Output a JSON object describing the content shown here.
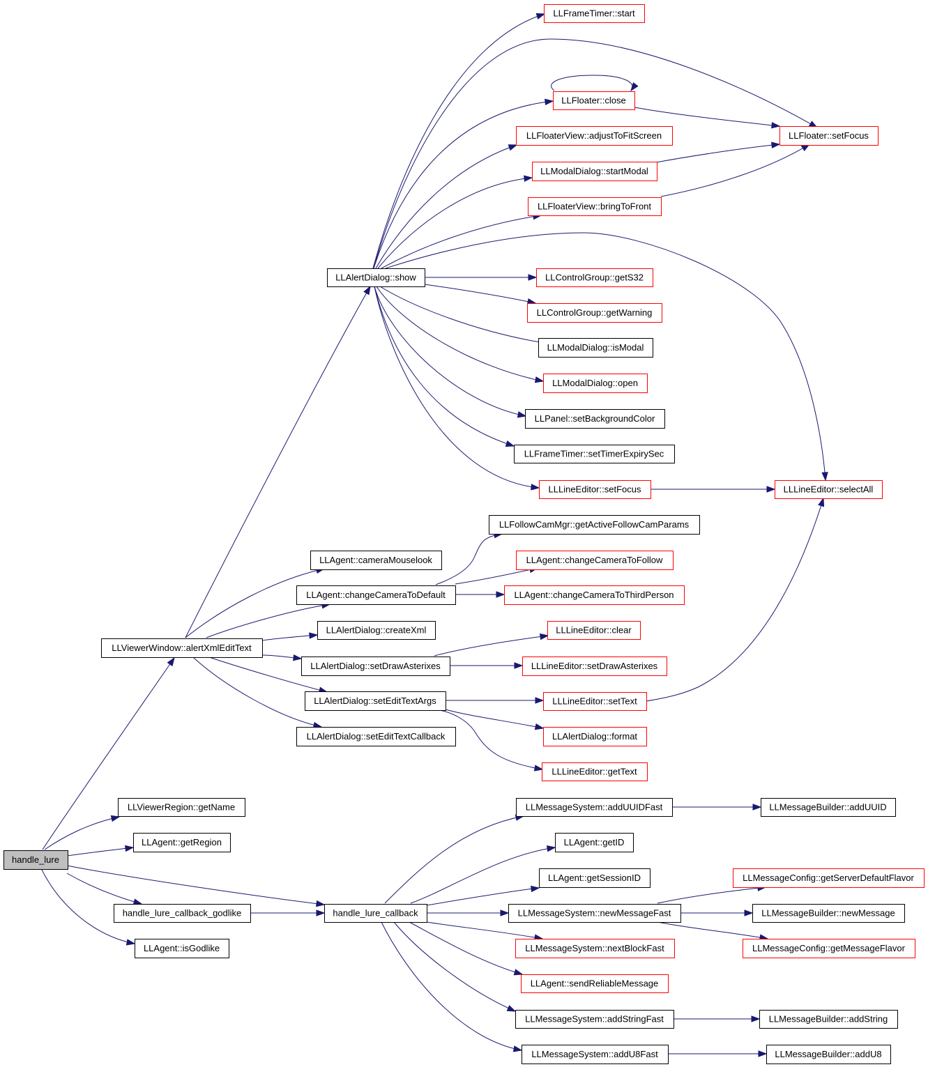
{
  "colors": {
    "edge": "#191970",
    "border_default": "#000000",
    "border_undocumented": "#ff0000",
    "root_fill": "#bfbfbf",
    "node_fill": "#ffffff"
  },
  "nodes": {
    "handle_lure": {
      "label": "handle_lure",
      "style": "root"
    },
    "llviewerwindow_alertxmledittext": {
      "label": "LLViewerWindow::alertXmlEditText",
      "style": "black"
    },
    "llalertdialog_show": {
      "label": "LLAlertDialog::show",
      "style": "black"
    },
    "llframetimer_start": {
      "label": "LLFrameTimer::start",
      "style": "red"
    },
    "llfloater_close": {
      "label": "LLFloater::close",
      "style": "red"
    },
    "llfloaterview_adjusttofitscreen": {
      "label": "LLFloaterView::adjustToFitScreen",
      "style": "red"
    },
    "llmodaldialog_startmodal": {
      "label": "LLModalDialog::startModal",
      "style": "red"
    },
    "llfloaterview_bringtofront": {
      "label": "LLFloaterView::bringToFront",
      "style": "red"
    },
    "llfloater_setfocus": {
      "label": "LLFloater::setFocus",
      "style": "red"
    },
    "llcontrolgroup_gets32": {
      "label": "LLControlGroup::getS32",
      "style": "red"
    },
    "llcontrolgroup_getwarning": {
      "label": "LLControlGroup::getWarning",
      "style": "red"
    },
    "llmodaldialog_ismodal": {
      "label": "LLModalDialog::isModal",
      "style": "black"
    },
    "llmodaldialog_open": {
      "label": "LLModalDialog::open",
      "style": "red"
    },
    "llpanel_setbackgroundcolor": {
      "label": "LLPanel::setBackgroundColor",
      "style": "black"
    },
    "llframetimer_settimerexpirysec": {
      "label": "LLFrameTimer::setTimerExpirySec",
      "style": "black"
    },
    "lllineeditor_setfocus": {
      "label": "LLLineEditor::setFocus",
      "style": "red"
    },
    "lllineeditor_selectall": {
      "label": "LLLineEditor::selectAll",
      "style": "red"
    },
    "llfollowcammgr_getactivefollowcamparams": {
      "label": "LLFollowCamMgr::getActiveFollowCamParams",
      "style": "black"
    },
    "llagent_cameramouselook": {
      "label": "LLAgent::cameraMouselook",
      "style": "black"
    },
    "llagent_changecameratofollow": {
      "label": "LLAgent::changeCameraToFollow",
      "style": "red"
    },
    "llagent_changecameratodefault": {
      "label": "LLAgent::changeCameraToDefault",
      "style": "black"
    },
    "llagent_changecameratothirdperson": {
      "label": "LLAgent::changeCameraToThirdPerson",
      "style": "red"
    },
    "llalertdialog_createxml": {
      "label": "LLAlertDialog::createXml",
      "style": "black"
    },
    "lllineeditor_clear": {
      "label": "LLLineEditor::clear",
      "style": "red"
    },
    "llalertdialog_setdrawasterixes": {
      "label": "LLAlertDialog::setDrawAsterixes",
      "style": "black"
    },
    "lllineeditor_setdrawasterixes": {
      "label": "LLLineEditor::setDrawAsterixes",
      "style": "red"
    },
    "llalertdialog_setedittextargs": {
      "label": "LLAlertDialog::setEditTextArgs",
      "style": "black"
    },
    "lllineeditor_settext": {
      "label": "LLLineEditor::setText",
      "style": "red"
    },
    "llalertdialog_setedittextcallback": {
      "label": "LLAlertDialog::setEditTextCallback",
      "style": "black"
    },
    "llalertdialog_format": {
      "label": "LLAlertDialog::format",
      "style": "red"
    },
    "lllineeditor_gettext": {
      "label": "LLLineEditor::getText",
      "style": "red"
    },
    "llviewerregion_getname": {
      "label": "LLViewerRegion::getName",
      "style": "black"
    },
    "llagent_getregion": {
      "label": "LLAgent::getRegion",
      "style": "black"
    },
    "handle_lure_callback_godlike": {
      "label": "handle_lure_callback_godlike",
      "style": "black"
    },
    "llagent_isgodlike": {
      "label": "LLAgent::isGodlike",
      "style": "black"
    },
    "handle_lure_callback": {
      "label": "handle_lure_callback",
      "style": "black"
    },
    "llmessagesystem_adduuidfast": {
      "label": "LLMessageSystem::addUUIDFast",
      "style": "black"
    },
    "llmessagebuilder_adduuid": {
      "label": "LLMessageBuilder::addUUID",
      "style": "black"
    },
    "llagent_getid": {
      "label": "LLAgent::getID",
      "style": "black"
    },
    "llagent_getsessionid": {
      "label": "LLAgent::getSessionID",
      "style": "black"
    },
    "llmessageconfig_getserverdefaultflavor": {
      "label": "LLMessageConfig::getServerDefaultFlavor",
      "style": "red"
    },
    "llmessagesystem_newmessagefast": {
      "label": "LLMessageSystem::newMessageFast",
      "style": "black"
    },
    "llmessagebuilder_newmessage": {
      "label": "LLMessageBuilder::newMessage",
      "style": "black"
    },
    "llmessagesystem_nextblockfast": {
      "label": "LLMessageSystem::nextBlockFast",
      "style": "red"
    },
    "llmessageconfig_getmessageflavor": {
      "label": "LLMessageConfig::getMessageFlavor",
      "style": "red"
    },
    "llagent_sendreliablemessage": {
      "label": "LLAgent::sendReliableMessage",
      "style": "red"
    },
    "llmessagesystem_addstringfast": {
      "label": "LLMessageSystem::addStringFast",
      "style": "black"
    },
    "llmessagebuilder_addstring": {
      "label": "LLMessageBuilder::addString",
      "style": "black"
    },
    "llmessagesystem_addu8fast": {
      "label": "LLMessageSystem::addU8Fast",
      "style": "black"
    },
    "llmessagebuilder_addu8": {
      "label": "LLMessageBuilder::addU8",
      "style": "black"
    }
  },
  "edges": [
    [
      "handle_lure",
      "llviewerwindow_alertxmledittext"
    ],
    [
      "handle_lure",
      "llviewerregion_getname"
    ],
    [
      "handle_lure",
      "llagent_getregion"
    ],
    [
      "handle_lure",
      "handle_lure_callback_godlike"
    ],
    [
      "handle_lure",
      "llagent_isgodlike"
    ],
    [
      "handle_lure",
      "handle_lure_callback"
    ],
    [
      "llviewerwindow_alertxmledittext",
      "llalertdialog_show"
    ],
    [
      "llviewerwindow_alertxmledittext",
      "llagent_cameramouselook"
    ],
    [
      "llviewerwindow_alertxmledittext",
      "llagent_changecameratodefault"
    ],
    [
      "llviewerwindow_alertxmledittext",
      "llalertdialog_createxml"
    ],
    [
      "llviewerwindow_alertxmledittext",
      "llalertdialog_setdrawasterixes"
    ],
    [
      "llviewerwindow_alertxmledittext",
      "llalertdialog_setedittextargs"
    ],
    [
      "llviewerwindow_alertxmledittext",
      "llalertdialog_setedittextcallback"
    ],
    [
      "llalertdialog_show",
      "llframetimer_start"
    ],
    [
      "llalertdialog_show",
      "llfloater_setfocus"
    ],
    [
      "llalertdialog_show",
      "llfloater_close"
    ],
    [
      "llalertdialog_show",
      "llfloaterview_adjusttofitscreen"
    ],
    [
      "llalertdialog_show",
      "llmodaldialog_startmodal"
    ],
    [
      "llalertdialog_show",
      "llfloaterview_bringtofront"
    ],
    [
      "llalertdialog_show",
      "lllineeditor_selectall"
    ],
    [
      "llalertdialog_show",
      "llcontrolgroup_gets32"
    ],
    [
      "llalertdialog_show",
      "llcontrolgroup_getwarning"
    ],
    [
      "llalertdialog_show",
      "llmodaldialog_ismodal"
    ],
    [
      "llalertdialog_show",
      "llmodaldialog_open"
    ],
    [
      "llalertdialog_show",
      "llpanel_setbackgroundcolor"
    ],
    [
      "llalertdialog_show",
      "llframetimer_settimerexpirysec"
    ],
    [
      "llalertdialog_show",
      "lllineeditor_setfocus"
    ],
    [
      "llfloater_close",
      "llfloater_close"
    ],
    [
      "llfloater_close",
      "llfloater_setfocus"
    ],
    [
      "llmodaldialog_startmodal",
      "llfloater_setfocus"
    ],
    [
      "llfloaterview_bringtofront",
      "llfloater_setfocus"
    ],
    [
      "lllineeditor_setfocus",
      "lllineeditor_selectall"
    ],
    [
      "llagent_changecameratodefault",
      "llfollowcammgr_getactivefollowcamparams"
    ],
    [
      "llagent_changecameratodefault",
      "llagent_changecameratofollow"
    ],
    [
      "llagent_changecameratodefault",
      "llagent_changecameratothirdperson"
    ],
    [
      "llalertdialog_setdrawasterixes",
      "lllineeditor_clear"
    ],
    [
      "llalertdialog_setdrawasterixes",
      "lllineeditor_setdrawasterixes"
    ],
    [
      "llalertdialog_setedittextargs",
      "lllineeditor_settext"
    ],
    [
      "llalertdialog_setedittextargs",
      "llalertdialog_format"
    ],
    [
      "llalertdialog_setedittextargs",
      "lllineeditor_gettext"
    ],
    [
      "lllineeditor_settext",
      "lllineeditor_selectall"
    ],
    [
      "handle_lure_callback_godlike",
      "handle_lure_callback"
    ],
    [
      "handle_lure_callback",
      "llmessagesystem_adduuidfast"
    ],
    [
      "handle_lure_callback",
      "llagent_getid"
    ],
    [
      "handle_lure_callback",
      "llagent_getsessionid"
    ],
    [
      "handle_lure_callback",
      "llmessagesystem_newmessagefast"
    ],
    [
      "handle_lure_callback",
      "llmessagesystem_nextblockfast"
    ],
    [
      "handle_lure_callback",
      "llagent_sendreliablemessage"
    ],
    [
      "handle_lure_callback",
      "llmessagesystem_addstringfast"
    ],
    [
      "handle_lure_callback",
      "llmessagesystem_addu8fast"
    ],
    [
      "llmessagesystem_adduuidfast",
      "llmessagebuilder_adduuid"
    ],
    [
      "llmessagesystem_newmessagefast",
      "llmessageconfig_getserverdefaultflavor"
    ],
    [
      "llmessagesystem_newmessagefast",
      "llmessagebuilder_newmessage"
    ],
    [
      "llmessagesystem_newmessagefast",
      "llmessageconfig_getmessageflavor"
    ],
    [
      "llmessagesystem_addstringfast",
      "llmessagebuilder_addstring"
    ],
    [
      "llmessagesystem_addu8fast",
      "llmessagebuilder_addu8"
    ]
  ]
}
